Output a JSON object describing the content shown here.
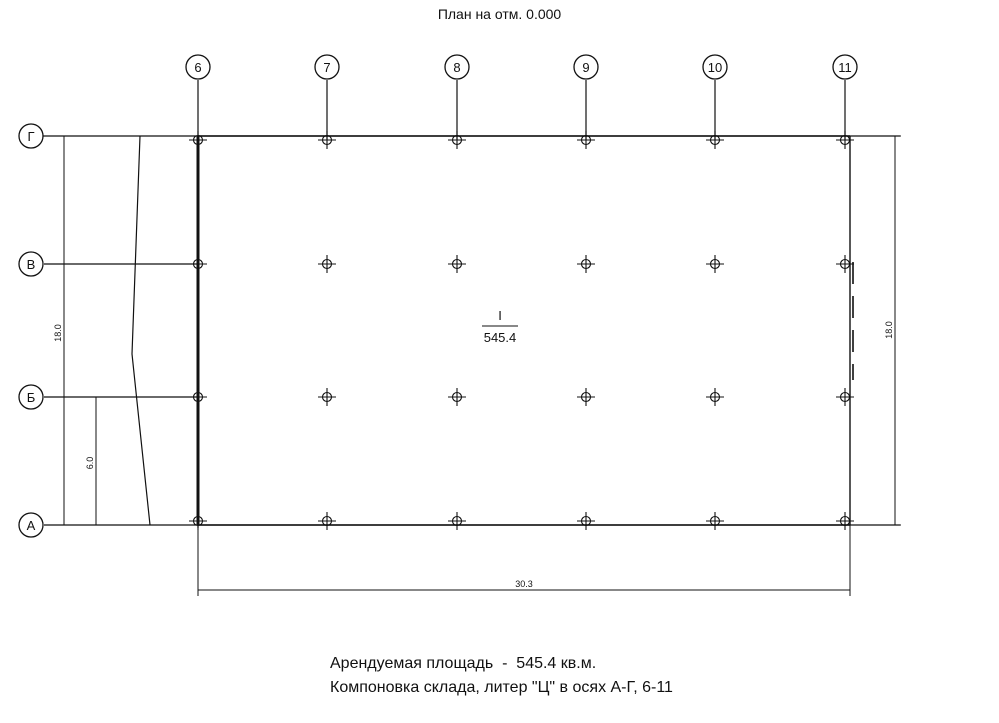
{
  "title": "План на отм. 0.000",
  "columns": [
    "6",
    "7",
    "8",
    "9",
    "10",
    "11"
  ],
  "rows": [
    "Г",
    "В",
    "Б",
    "А"
  ],
  "room": {
    "number": "I",
    "area": "545.4"
  },
  "dimensions": {
    "width": "30.3",
    "height_left": "18.0",
    "height_right": "18.0",
    "partial": "6.0"
  },
  "caption": {
    "line1": "Арендуемая площадь  -  545.4 кв.м.",
    "line2": "Компоновка склада, литер \"Ц\" в осях А-Г, 6-11"
  }
}
